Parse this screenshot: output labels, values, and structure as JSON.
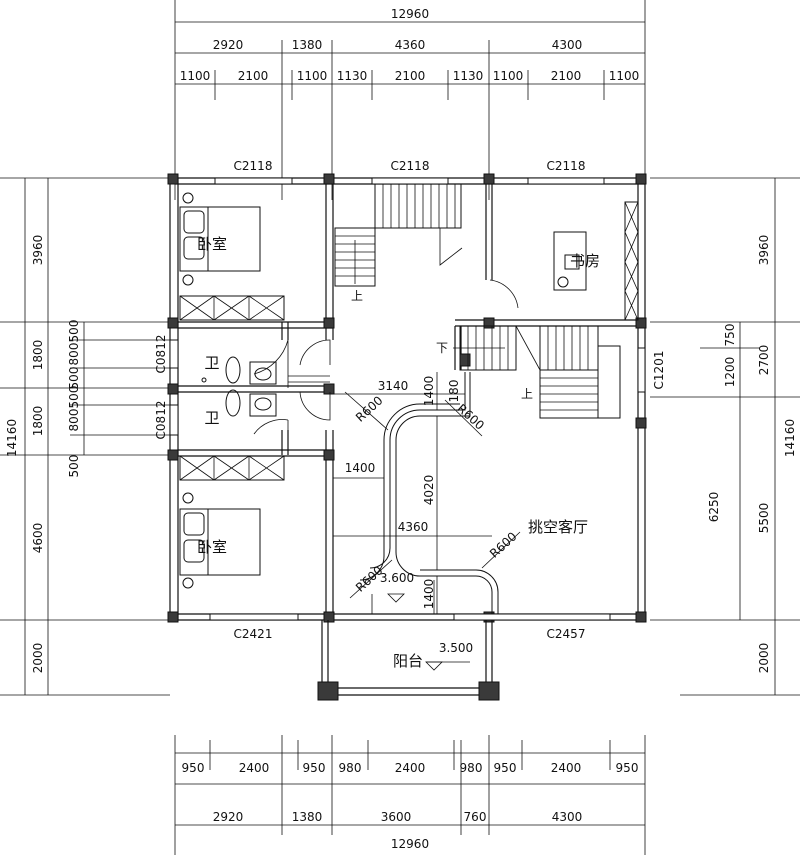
{
  "dimensions": {
    "top": {
      "total": "12960",
      "mid": [
        "2920",
        "1380",
        "4360",
        "4300"
      ],
      "inner": [
        "1100",
        "2100",
        "1100",
        "1130",
        "2100",
        "1130",
        "1100",
        "2100",
        "1100"
      ]
    },
    "bottom": {
      "inner": [
        "950",
        "2400",
        "950",
        "980",
        "2400",
        "980",
        "950",
        "2400",
        "950"
      ],
      "mid": [
        "2920",
        "1380",
        "3600",
        "760",
        "4300"
      ],
      "total": "12960"
    },
    "left": {
      "total": "14160",
      "outer": [
        "3960",
        "1800",
        "1800",
        "4600",
        "2000"
      ],
      "inner": [
        "500",
        "800",
        "500",
        "500",
        "800",
        "500"
      ]
    },
    "right": {
      "total": "14160",
      "outer": [
        "3960",
        "2700",
        "5500",
        "2000"
      ],
      "inner": [
        "750",
        "1200",
        "6250"
      ]
    },
    "interior": [
      "3140",
      "1400",
      "180",
      "1400",
      "4020",
      "4360",
      "1400"
    ],
    "radius": "R600"
  },
  "windows": {
    "top_left": "C2118",
    "top_mid": "C2118",
    "top_right": "C2118",
    "left_upper": "C0812",
    "left_lower": "C0812",
    "right": "C1201",
    "bottom_left": "C2421",
    "bottom_right": "C2457"
  },
  "rooms": {
    "bedroom_top": "卧室",
    "bedroom_bottom": "卧室",
    "bath_upper": "卫",
    "bath_lower": "卫",
    "study": "书房",
    "open_living": "挑空客厅",
    "balcony": "阳台"
  },
  "stair_marks": {
    "left_up": "上",
    "right_down": "下",
    "right_up": "上"
  },
  "levels": {
    "interior": "3.600",
    "balcony": "3.500"
  }
}
